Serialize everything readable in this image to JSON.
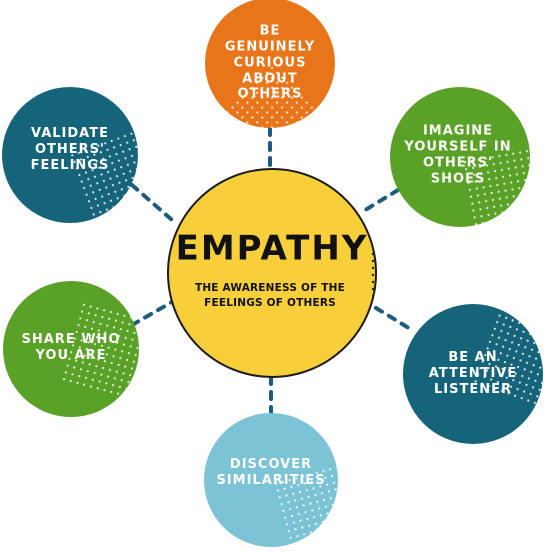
{
  "center": {
    "title": "EMPATHY",
    "subtitle": "THE AWARENESS OF THE\nFEELINGS OF OTHERS",
    "color": "#f6cf3b"
  },
  "nodes": [
    {
      "id": "be-genuinely-curious",
      "label": "BE\nGENUINELY\nCURIOUS\nABOUT\nOTHERS",
      "color": "#e8751a"
    },
    {
      "id": "imagine-yourself",
      "label": "IMAGINE\nYOURSELF IN\nOTHERS'\nSHOES",
      "color": "#5aa127"
    },
    {
      "id": "be-attentive-listener",
      "label": "BE AN\nATTENTIVE\nLISTENER",
      "color": "#16647a"
    },
    {
      "id": "discover-similarities",
      "label": "DISCOVER\nSIMILARITIES",
      "color": "#7cc3d6"
    },
    {
      "id": "share-who-you-are",
      "label": "SHARE WHO\nYOU ARE",
      "color": "#5aa127"
    },
    {
      "id": "validate-feelings",
      "label": "VALIDATE\nOTHERS'\nFEELINGS",
      "color": "#16647a"
    }
  ],
  "connector_color": "#1b5c7f"
}
